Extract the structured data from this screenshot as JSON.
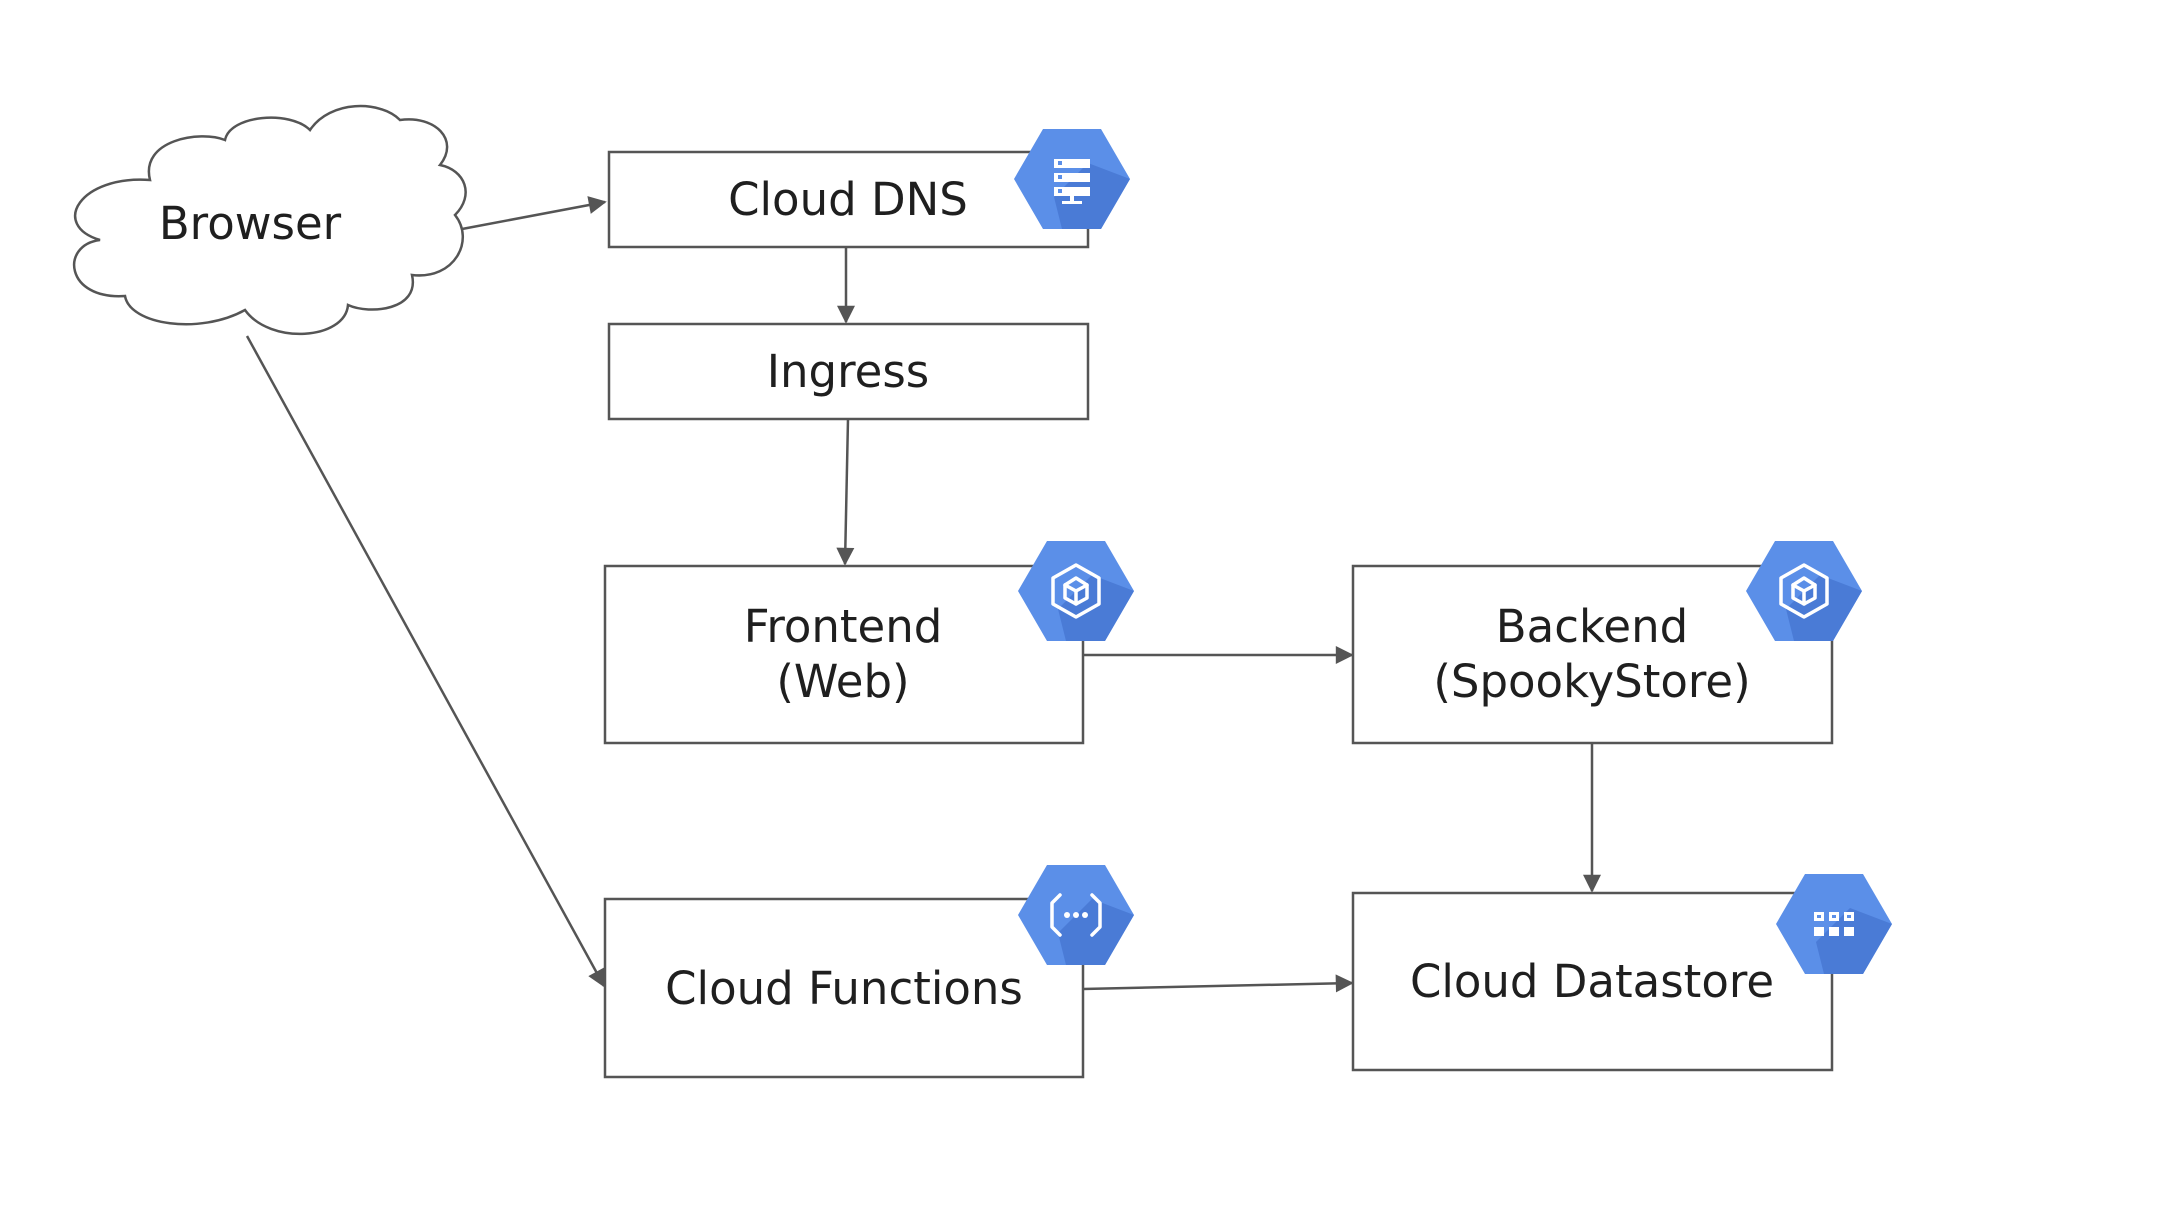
{
  "nodes": {
    "browser": {
      "label": "Browser"
    },
    "cloud_dns": {
      "label": "Cloud DNS",
      "icon": "cloud-dns-icon"
    },
    "ingress": {
      "label": "Ingress"
    },
    "frontend": {
      "line1": "Frontend",
      "line2": "(Web)",
      "icon": "kubernetes-engine-icon"
    },
    "backend": {
      "line1": "Backend",
      "line2": "(SpookyStore)",
      "icon": "kubernetes-engine-icon"
    },
    "cloud_functions": {
      "label": "Cloud Functions",
      "icon": "cloud-functions-icon"
    },
    "cloud_datastore": {
      "label": "Cloud Datastore",
      "icon": "cloud-datastore-icon"
    }
  },
  "edges": [
    {
      "from": "Browser",
      "to": "Cloud DNS"
    },
    {
      "from": "Cloud DNS",
      "to": "Ingress"
    },
    {
      "from": "Ingress",
      "to": "Frontend"
    },
    {
      "from": "Frontend",
      "to": "Backend"
    },
    {
      "from": "Backend",
      "to": "Cloud Datastore"
    },
    {
      "from": "Browser",
      "to": "Cloud Functions"
    },
    {
      "from": "Cloud Functions",
      "to": "Cloud Datastore"
    }
  ],
  "colors": {
    "icon_blue": "#5b8fe8",
    "icon_shade": "#4a7bd6",
    "stroke": "#555555"
  }
}
